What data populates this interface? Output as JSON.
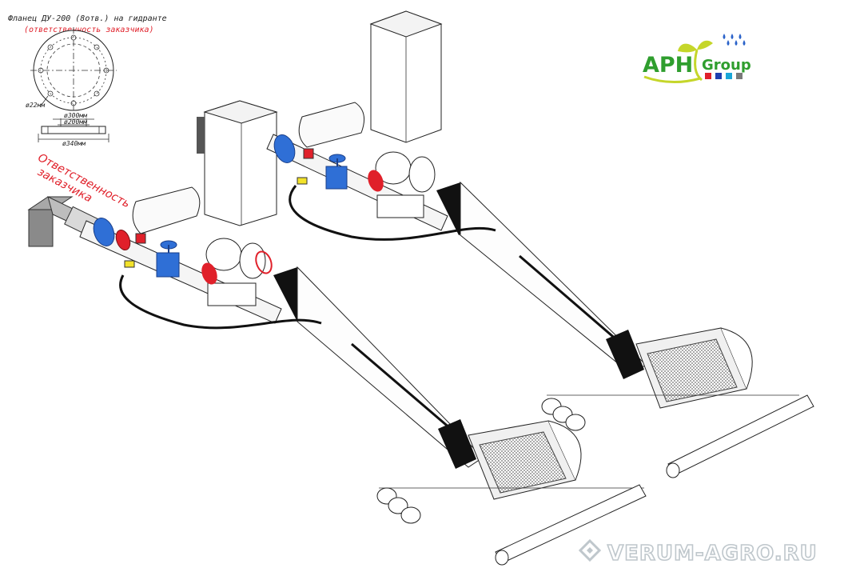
{
  "flange": {
    "title": "Фланец ДУ-200 (8отв.) на гидранте",
    "subtitle": "(ответственность заказчика)",
    "hole_dim": "ø22мм",
    "dim_300": "ø300мм",
    "dim_200": "ø200мм",
    "dim_340": "ø340мм"
  },
  "responsibility_label_line1": "Ответственность",
  "responsibility_label_line2": "заказчика",
  "logo": {
    "brand": "APH",
    "suffix": "Group",
    "square_colors": [
      "#e0202a",
      "#1f3fb0",
      "#1aa6d8",
      "#7a7a7a"
    ],
    "leaf_color": "#c5d62a",
    "drop_color": "#2a62c9"
  },
  "watermark": "VERUM-AGRO.RU",
  "colors": {
    "valve_blue": "#2f6fd6",
    "flange_red": "#e0202a",
    "accent_yellow": "#f2e22a",
    "pipe_grey": "#8a8a8a"
  }
}
